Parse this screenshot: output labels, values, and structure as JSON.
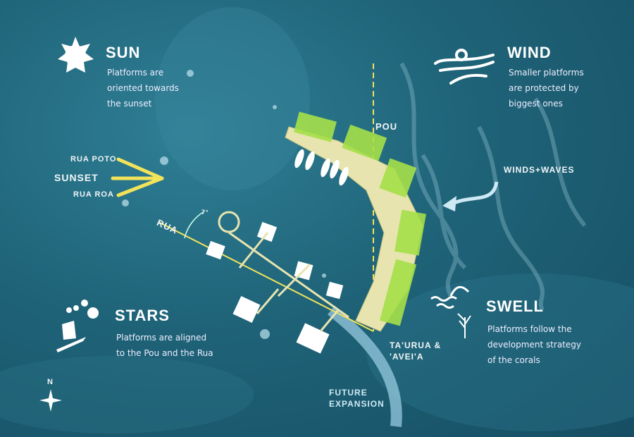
{
  "sun": {
    "title": "SUN",
    "text": [
      "Platforms are",
      "oriented towards",
      "the sunset"
    ]
  },
  "wind": {
    "title": "WIND",
    "text": [
      "Smaller platforms",
      "are protected by",
      "biggest ones"
    ]
  },
  "stars": {
    "title": "STARS",
    "text": [
      "Platforms are aligned",
      "to the Pou and the Rua"
    ]
  },
  "swell": {
    "title": "SWELL",
    "text": [
      "Platforms follow the",
      "development strategy",
      "of the corals"
    ]
  },
  "labels": {
    "rua_poto": "RUA POTO",
    "sunset": "SUNSET",
    "rua_roa": "RUA ROA",
    "pou": "POU",
    "winds_waves": "WINDS+WAVES",
    "rua": "RUA",
    "angle": "7°",
    "taurua": "TA'URUA &",
    "aveia": "'AVEI'A",
    "future1": "FUTURE",
    "future2": "EXPANSION",
    "north": "N"
  },
  "colors": {
    "accent": "#f2e35a",
    "land": "#e8e4b0",
    "green": "#a6e04a",
    "water": "#1f6378",
    "channel": "#8fc3d9"
  }
}
